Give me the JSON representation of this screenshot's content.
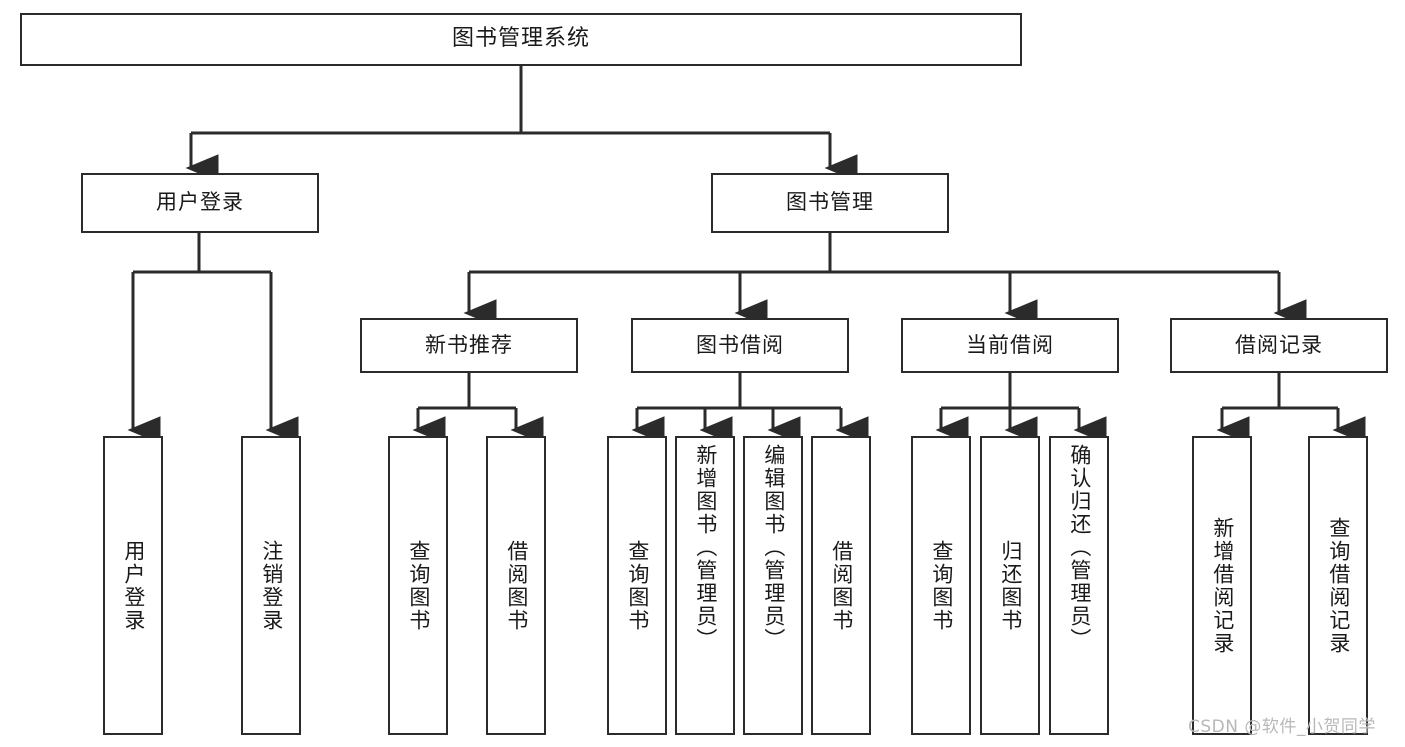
{
  "diagram": {
    "title": "图书管理系统",
    "type": "tree-hierarchy",
    "stroke_color": "#2b2b2b",
    "background_color": "#ffffff",
    "text_color": "#1a1a1a"
  },
  "nodes": {
    "root": {
      "label": "图书管理系统",
      "level": 0
    },
    "level1": [
      {
        "id": "user-login",
        "label": "用户登录"
      },
      {
        "id": "book-management",
        "label": "图书管理"
      }
    ],
    "level2": [
      {
        "id": "new-book-recommend",
        "label": "新书推荐",
        "parent": "book-management"
      },
      {
        "id": "book-borrow",
        "label": "图书借阅",
        "parent": "book-management"
      },
      {
        "id": "current-borrow",
        "label": "当前借阅",
        "parent": "book-management"
      },
      {
        "id": "borrow-record",
        "label": "借阅记录",
        "parent": "book-management"
      }
    ],
    "leaves": {
      "user-login": [
        {
          "id": "leaf-user-login",
          "label": "用户登录"
        },
        {
          "id": "leaf-logout",
          "label": "注销登录"
        }
      ],
      "new-book-recommend": [
        {
          "id": "leaf-query-book-1",
          "label": "查询图书"
        },
        {
          "id": "leaf-borrow-book-1",
          "label": "借阅图书"
        }
      ],
      "book-borrow": [
        {
          "id": "leaf-query-book-2",
          "label": "查询图书"
        },
        {
          "id": "leaf-add-book",
          "label": "新增图书（管理员）"
        },
        {
          "id": "leaf-edit-book",
          "label": "编辑图书（管理员）"
        },
        {
          "id": "leaf-borrow-book-2",
          "label": "借阅图书"
        }
      ],
      "current-borrow": [
        {
          "id": "leaf-query-book-3",
          "label": "查询图书"
        },
        {
          "id": "leaf-return-book",
          "label": "归还图书"
        },
        {
          "id": "leaf-confirm-return",
          "label": "确认归还（管理员）"
        }
      ],
      "borrow-record": [
        {
          "id": "leaf-add-record",
          "label": "新增借阅记录"
        },
        {
          "id": "leaf-query-record",
          "label": "查询借阅记录"
        }
      ]
    }
  },
  "watermark": {
    "text": "CSDN @软件_小贺同学"
  }
}
